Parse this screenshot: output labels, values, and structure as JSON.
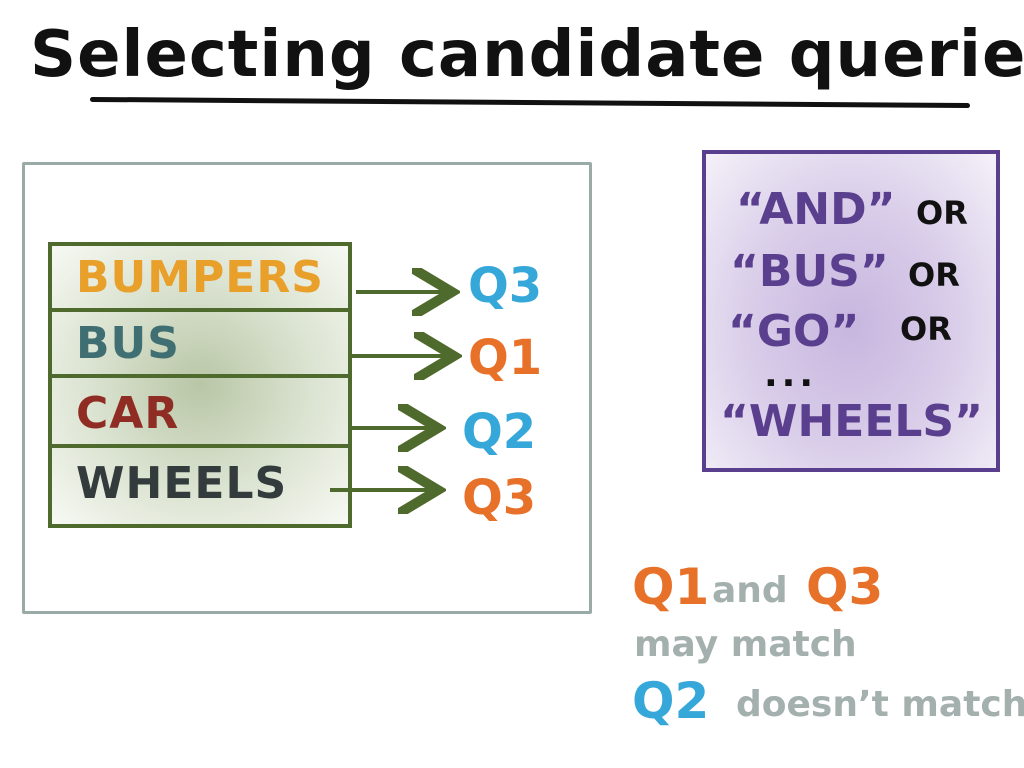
{
  "title": "Selecting candidate queries",
  "terms": [
    {
      "label": "BUMPERS",
      "color": "#e8a02a",
      "query": "Q3",
      "query_color": "#35a7d9"
    },
    {
      "label": "BUS",
      "color": "#3f6f72",
      "query": "Q1",
      "query_color": "#e8712a"
    },
    {
      "label": "CAR",
      "color": "#8f2d24",
      "query": "Q2",
      "query_color": "#35a7d9"
    },
    {
      "label": "WHEELS",
      "color": "#333b3d",
      "query": "Q3",
      "query_color": "#e8712a"
    }
  ],
  "query_box": {
    "words": [
      "“AND”",
      "“BUS”",
      "“GO”",
      "“WHEELS”"
    ],
    "connector": "OR",
    "ellipsis": "...",
    "color": "#5b3f8f"
  },
  "legend": {
    "match_q1": "Q1",
    "and_word": "and",
    "match_q3": "Q3",
    "may_match": "may match",
    "nomatch_q2": "Q2",
    "doesnt_match": "doesn’t match"
  },
  "colors": {
    "orange": "#e8712a",
    "blue": "#35a7d9",
    "green_border": "#4e6a2c",
    "gray_border": "#9aaaa6"
  }
}
